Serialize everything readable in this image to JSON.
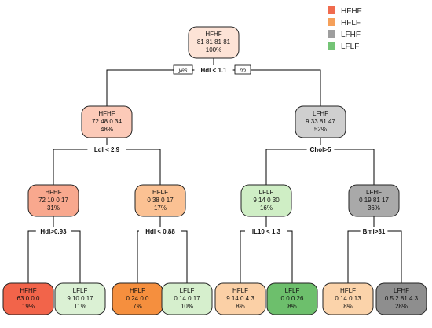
{
  "legend": [
    {
      "label": "HFHF",
      "color": "#f06b4e"
    },
    {
      "label": "HFLF",
      "color": "#f5a05a"
    },
    {
      "label": "LFHF",
      "color": "#9e9e9e"
    },
    {
      "label": "LFLF",
      "color": "#74c476"
    }
  ],
  "nodes": [
    {
      "id": "n1",
      "class": "HFHF",
      "counts": "81 81 81 81",
      "pct": "100%",
      "fill": "#fde3d6"
    },
    {
      "id": "n2",
      "class": "HFHF",
      "counts": "72 48 0 34",
      "pct": "48%",
      "fill": "#fccab8"
    },
    {
      "id": "n3",
      "class": "LFHF",
      "counts": "9 33 81 47",
      "pct": "52%",
      "fill": "#cfcfcf"
    },
    {
      "id": "n4",
      "class": "HFHF",
      "counts": "72 10 0 17",
      "pct": "31%",
      "fill": "#f8a88e"
    },
    {
      "id": "n5",
      "class": "HFLF",
      "counts": "0 38 0 17",
      "pct": "17%",
      "fill": "#fbc193"
    },
    {
      "id": "n6",
      "class": "LFLF",
      "counts": "9 14 0 30",
      "pct": "16%",
      "fill": "#cfeec5"
    },
    {
      "id": "n7",
      "class": "LFHF",
      "counts": "0 19 81 17",
      "pct": "36%",
      "fill": "#a9a9a9"
    },
    {
      "id": "n8",
      "class": "HFHF",
      "counts": "63 0 0 0",
      "pct": "19%",
      "fill": "#f2644a"
    },
    {
      "id": "n9",
      "class": "LFLF",
      "counts": "9 10 0 17",
      "pct": "11%",
      "fill": "#dbf1d4"
    },
    {
      "id": "n10",
      "class": "HFLF",
      "counts": "0 24 0 0",
      "pct": "7%",
      "fill": "#f58f3e"
    },
    {
      "id": "n11",
      "class": "LFLF",
      "counts": "0 14 0 17",
      "pct": "10%",
      "fill": "#d6efcd"
    },
    {
      "id": "n12",
      "class": "HFLF",
      "counts": "9 14 0 4.3",
      "pct": "8%",
      "fill": "#fbd0a6"
    },
    {
      "id": "n13",
      "class": "LFLF",
      "counts": "0 0 0 26",
      "pct": "8%",
      "fill": "#6dbf6c"
    },
    {
      "id": "n14",
      "class": "HFLF",
      "counts": "0 14 0 13",
      "pct": "8%",
      "fill": "#fbd3aa"
    },
    {
      "id": "n15",
      "class": "LFHF",
      "counts": "0 5.2 81 4.3",
      "pct": "28%",
      "fill": "#8e8e8e"
    }
  ],
  "splits": [
    {
      "id": "s1",
      "label": "Hdl < 1.1"
    },
    {
      "id": "s2",
      "label": "Ldl < 2.9"
    },
    {
      "id": "s3",
      "label": "Chol>5"
    },
    {
      "id": "s4",
      "label": "Hdl>0.93"
    },
    {
      "id": "s5",
      "label": "Hdl < 0.88"
    },
    {
      "id": "s6",
      "label": "IL10 < 1.3"
    },
    {
      "id": "s7",
      "label": "Bmi>31"
    }
  ],
  "branch": {
    "yes": "yes",
    "no": "no"
  }
}
